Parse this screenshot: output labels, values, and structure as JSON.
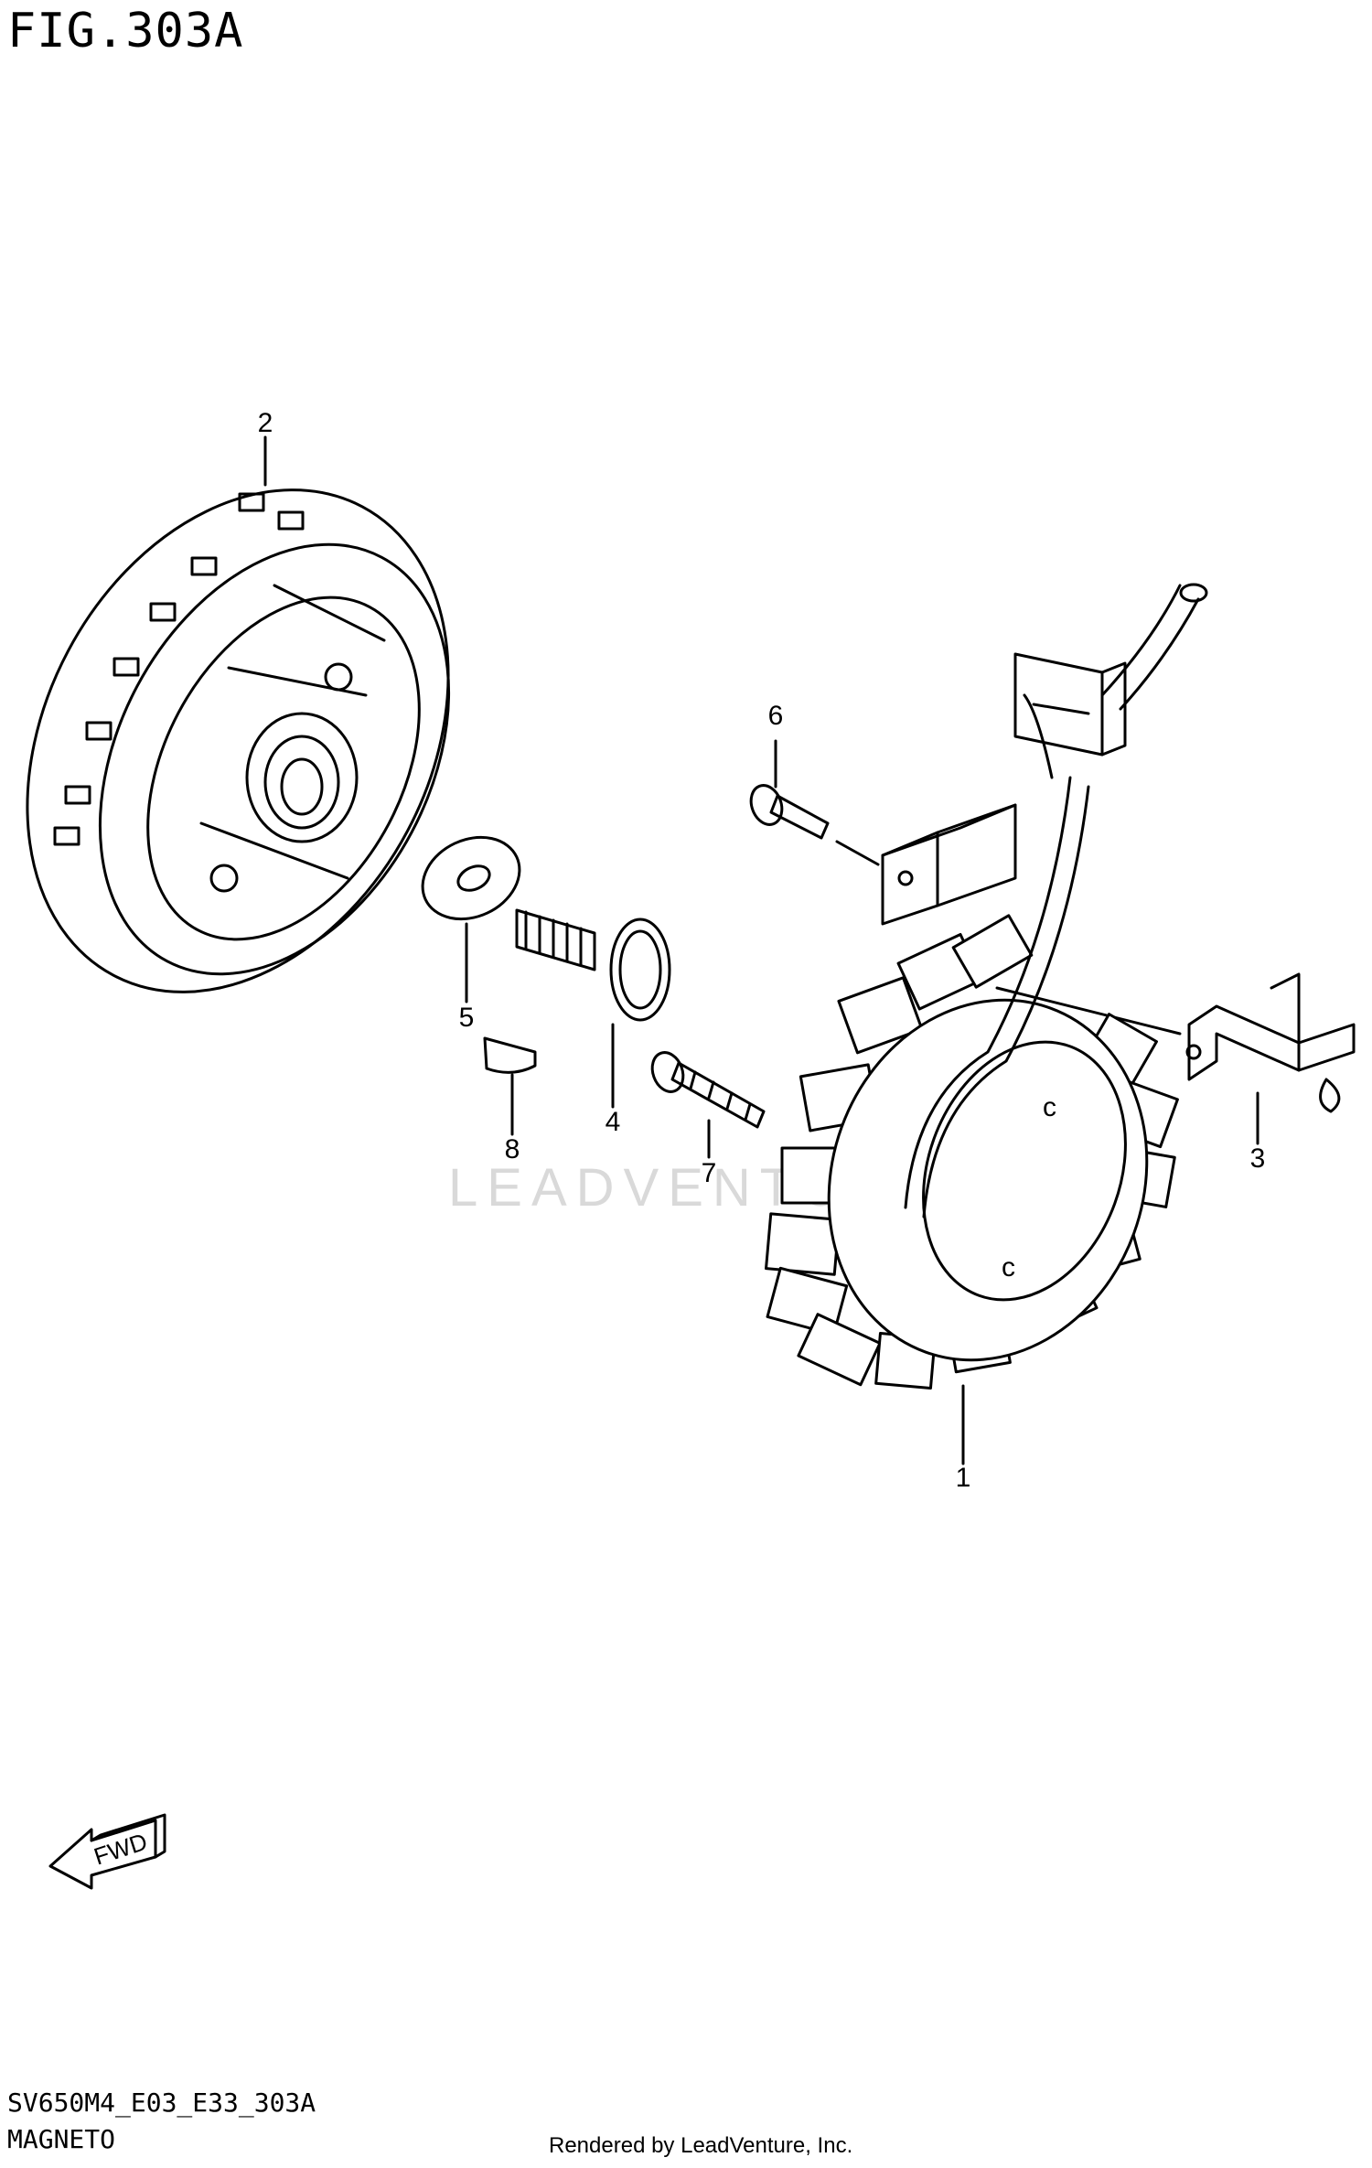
{
  "figure": {
    "title": "FIG.303A"
  },
  "footer": {
    "code": "SV650M4_E03_E33_303A",
    "name": "MAGNETO",
    "rendered_by": "Rendered by LeadVenture, Inc."
  },
  "watermark": {
    "text": "LEADVENTURE"
  },
  "fwd_label": "FWD",
  "callouts": [
    "1",
    "2",
    "3",
    "4",
    "5",
    "6",
    "7",
    "8"
  ],
  "icons": {
    "fwd_arrow": "arrow-icon"
  },
  "colors": {
    "line": "#000000",
    "background": "#ffffff",
    "watermark": "#d9d9d9"
  }
}
